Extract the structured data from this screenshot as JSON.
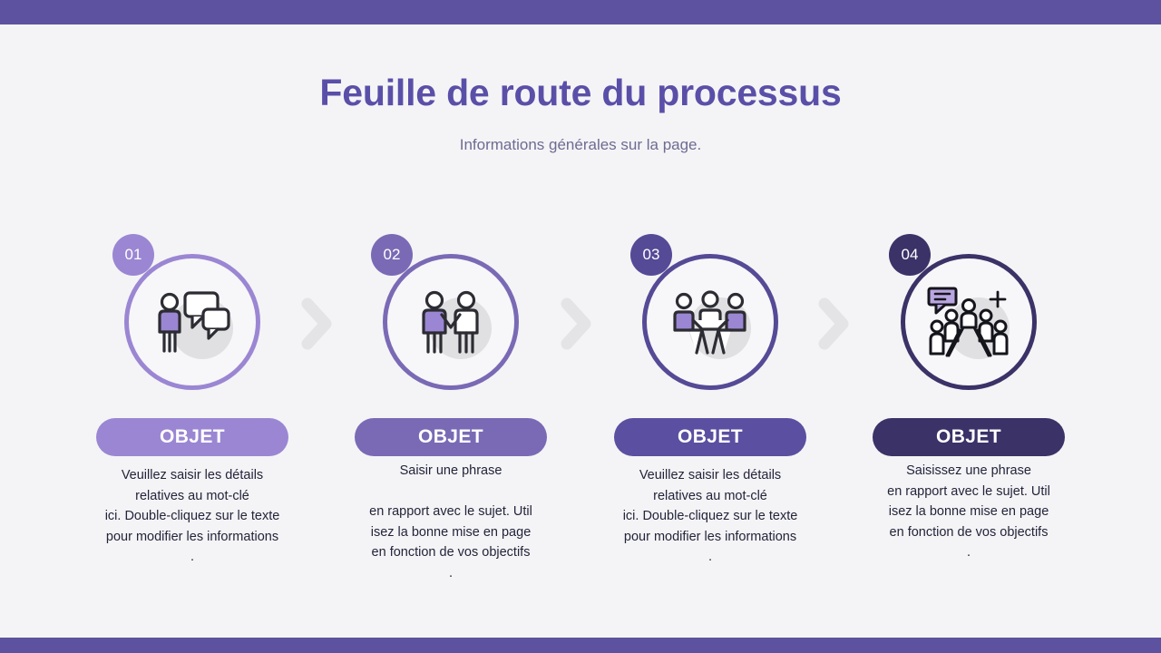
{
  "slide": {
    "title": "Feuille de route du processus",
    "subtitle": "Informations générales sur la page.",
    "background_color": "#f4f4f6",
    "band_color": "#5d52a0"
  },
  "steps": [
    {
      "number": "01",
      "label": "OBJET",
      "description": "Veuillez saisir les détails\nrelatives au mot-clé\nici. Double-cliquez sur le texte\npour modifier les informations\n.",
      "accent_color": "#9b86d3",
      "icon": "person-speech-bubbles-icon"
    },
    {
      "number": "02",
      "label": "OBJET",
      "description": "Saisir une phrase\n\nen rapport avec le sujet. Util\nisez la bonne mise en page\nen fonction de vos objectifs\n.",
      "accent_color": "#7a6ab5",
      "icon": "handshake-two-people-icon"
    },
    {
      "number": "03",
      "label": "OBJET",
      "description": "Veuillez saisir les détails\nrelatives au mot-clé\nici. Double-cliquez sur le texte\npour modifier les informations\n.",
      "accent_color": "#554a96",
      "icon": "meeting-table-three-people-icon"
    },
    {
      "number": "04",
      "label": "OBJET",
      "description": "Saisissez une phrase\nen rapport avec le sujet. Util\nisez la bonne mise en page\nen fonction de vos objectifs\n.",
      "accent_color": "#3b3268",
      "icon": "audience-presentation-icon"
    }
  ],
  "separators": {
    "glyph": "chevron-right-icon",
    "color": "#e4e4e6",
    "count": 3
  }
}
